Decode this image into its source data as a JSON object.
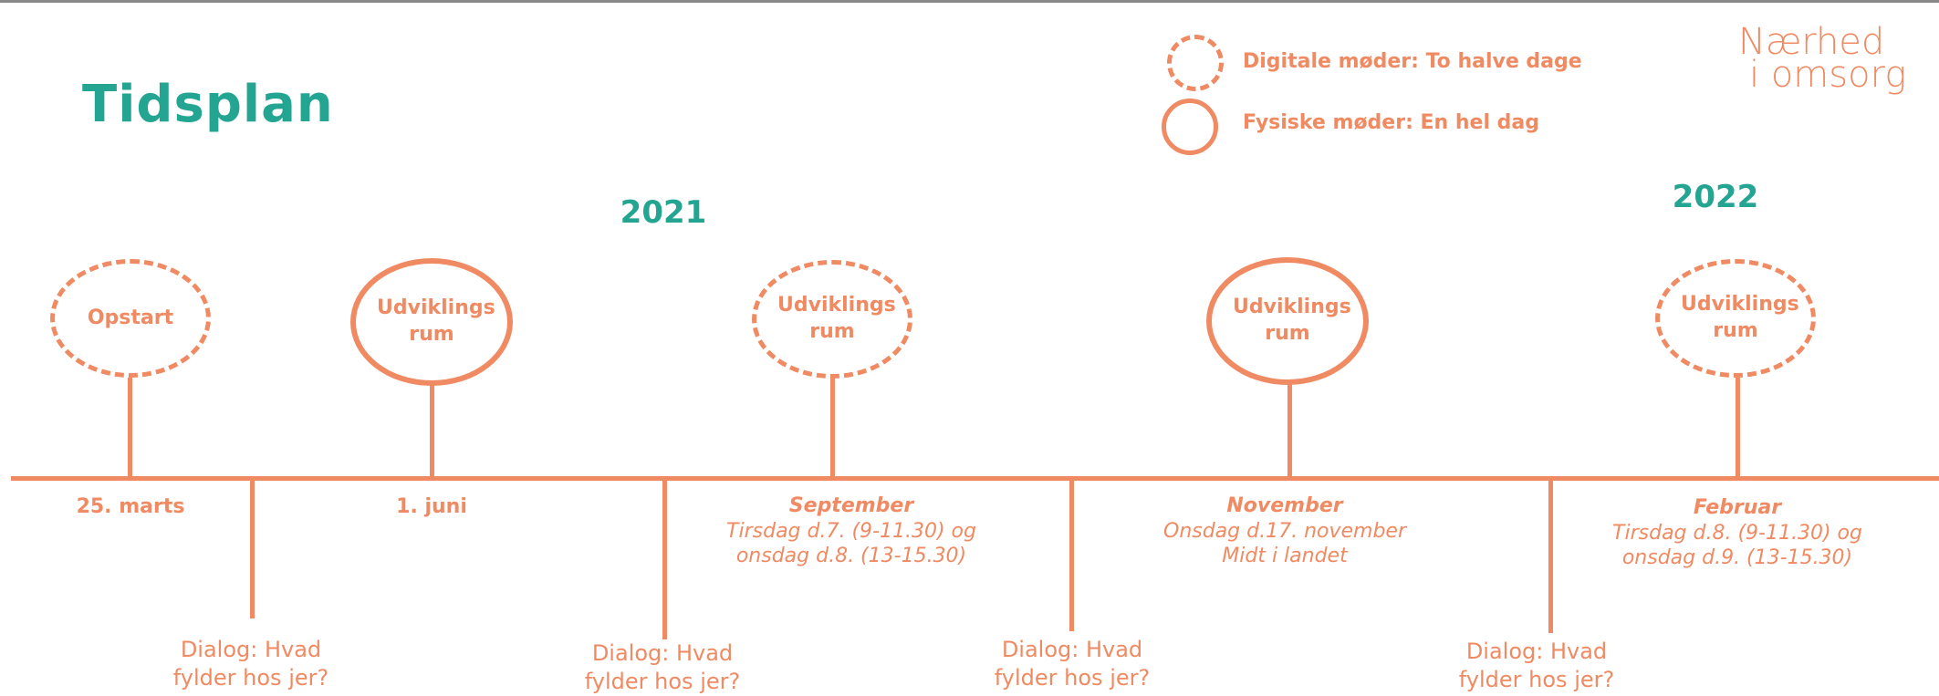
{
  "title": "Tidsplan",
  "years": [
    "2021",
    "2022"
  ],
  "legend": {
    "digital": "Digitale møder: To halve dage",
    "physical": "Fysiske møder: En hel dag"
  },
  "logo": {
    "line1": "Nærhed",
    "line2": "i omsorg"
  },
  "milestones": [
    {
      "label": "Opstart",
      "type": "digital",
      "date_title": "25. marts",
      "date_lines": []
    },
    {
      "label": "Udviklings rum",
      "type": "physical",
      "date_title": "1. juni",
      "date_lines": []
    },
    {
      "label": "Udviklings rum",
      "type": "digital",
      "date_title": "September",
      "date_lines": [
        "Tirsdag d.7. (9-11.30) og",
        "onsdag d.8. (13-15.30)"
      ]
    },
    {
      "label": "Udviklings rum",
      "type": "physical",
      "date_title": "November",
      "date_lines": [
        "Onsdag d.17. november",
        "Midt i landet"
      ]
    },
    {
      "label": "Udviklings rum",
      "type": "digital",
      "date_title": "Februar",
      "date_lines": [
        "Tirsdag d.8. (9-11.30) og",
        "onsdag d.9. (13-15.30)"
      ]
    }
  ],
  "dialogs": [
    {
      "text": "Dialog: Hvad\nfylder hos jer?"
    },
    {
      "text": "Dialog: Hvad\nfylder hos jer?"
    },
    {
      "text": "Dialog: Hvad\nfylder hos jer?"
    },
    {
      "text": "Dialog: Hvad\nfylder hos jer?"
    }
  ],
  "colors": {
    "accent": "#f08a62",
    "teal": "#23a591"
  }
}
